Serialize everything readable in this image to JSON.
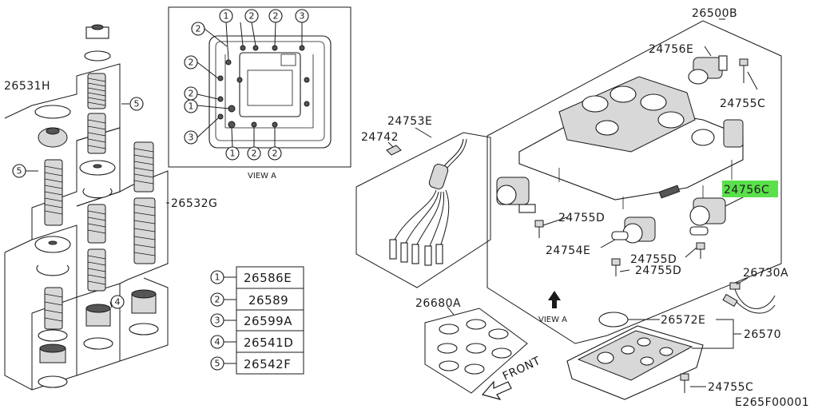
{
  "diagram": {
    "code": "E265F00001",
    "view_label": "VIEW A",
    "view_arrow_label": "VIEW A",
    "front_label": "FRONT",
    "highlight_color": "#59e04a",
    "highlighted_part": "24756C"
  },
  "parts": {
    "p26531H": "26531H",
    "p26532G": "26532G",
    "p26500B": "26500B",
    "p24756E": "24756E",
    "p24755C_top": "24755C",
    "p24756C": "24756C",
    "p24753E": "24753E",
    "p24742": "24742",
    "p24755D_a": "24755D",
    "p24754E": "24754E",
    "p24755D_b": "24755D",
    "p24755D_c": "24755D",
    "p26730A": "26730A",
    "p26680A": "26680A",
    "p26572E": "26572E",
    "p26570": "26570",
    "p24755C_bot": "24755C"
  },
  "callouts": {
    "n1": "1",
    "n2": "2",
    "n3": "3",
    "n4": "4",
    "n5": "5"
  },
  "legend": [
    {
      "num": "1",
      "part": "26586E"
    },
    {
      "num": "2",
      "part": "26589"
    },
    {
      "num": "3",
      "part": "26599A"
    },
    {
      "num": "4",
      "part": "26541D"
    },
    {
      "num": "5",
      "part": "26542F"
    }
  ]
}
